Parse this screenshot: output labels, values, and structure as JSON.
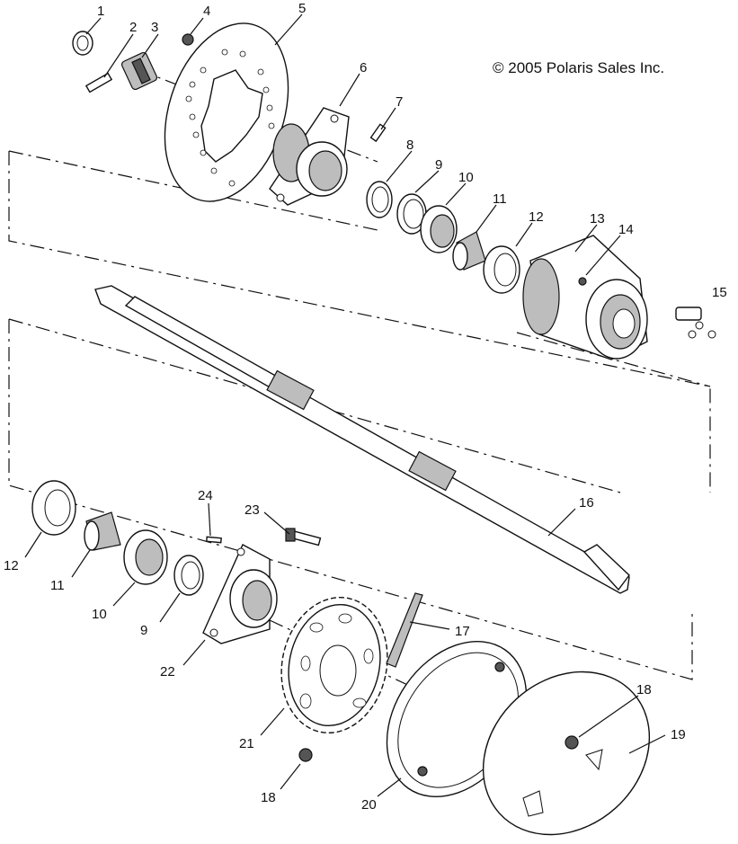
{
  "copyright": "© 2005 Polaris Sales Inc.",
  "callouts": [
    {
      "id": "c1",
      "text": "1"
    },
    {
      "id": "c2",
      "text": "2"
    },
    {
      "id": "c3",
      "text": "3"
    },
    {
      "id": "c4",
      "text": "4"
    },
    {
      "id": "c5",
      "text": "5"
    },
    {
      "id": "c6",
      "text": "6"
    },
    {
      "id": "c7",
      "text": "7"
    },
    {
      "id": "c8",
      "text": "8"
    },
    {
      "id": "c9",
      "text": "9"
    },
    {
      "id": "c10",
      "text": "10"
    },
    {
      "id": "c11",
      "text": "11"
    },
    {
      "id": "c12",
      "text": "12"
    },
    {
      "id": "c13",
      "text": "13"
    },
    {
      "id": "c14",
      "text": "14"
    },
    {
      "id": "c15",
      "text": "15"
    },
    {
      "id": "c16",
      "text": "16"
    },
    {
      "id": "c17",
      "text": "17"
    },
    {
      "id": "c18a",
      "text": "18"
    },
    {
      "id": "c19",
      "text": "19"
    },
    {
      "id": "c12b",
      "text": "12"
    },
    {
      "id": "c11b",
      "text": "11"
    },
    {
      "id": "c10b",
      "text": "10"
    },
    {
      "id": "c9b",
      "text": "9"
    },
    {
      "id": "c22",
      "text": "22"
    },
    {
      "id": "c24",
      "text": "24"
    },
    {
      "id": "c23",
      "text": "23"
    },
    {
      "id": "c21",
      "text": "21"
    },
    {
      "id": "c18b",
      "text": "18"
    },
    {
      "id": "c20",
      "text": "20"
    }
  ]
}
